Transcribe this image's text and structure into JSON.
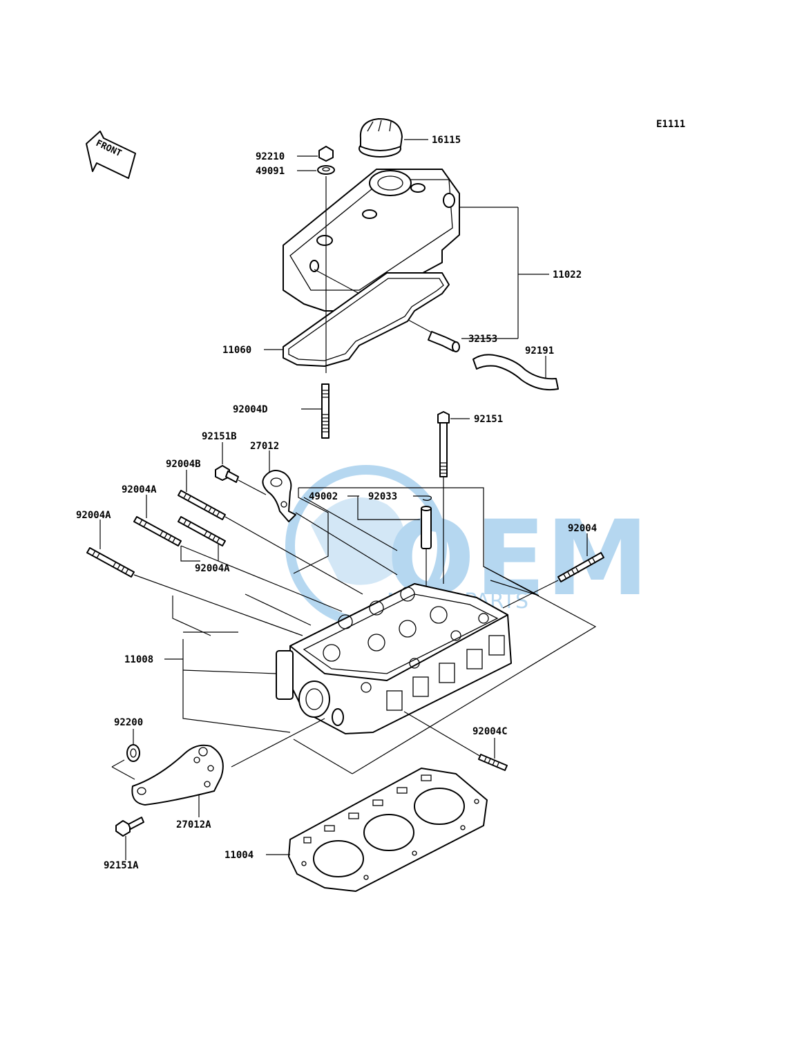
{
  "diagram_code": "E1111",
  "front_label": "FRONT",
  "watermark": {
    "line1": "OEM",
    "line2": "MOTORPARTS",
    "color": "#2f8fd6"
  },
  "parts": {
    "p16115": "16115",
    "p92210": "92210",
    "p49091": "49091",
    "p11022": "11022",
    "p32153": "32153",
    "p92191": "92191",
    "p11060": "11060",
    "p92004D": "92004D",
    "p92151": "92151",
    "p92151B": "92151B",
    "p27012": "27012",
    "p92004B": "92004B",
    "p92004A_a": "92004A",
    "p92004A_b": "92004A",
    "p92004A_c": "92004A",
    "p49002": "49002",
    "p92033": "92033",
    "p92004": "92004",
    "p11008": "11008",
    "p92200": "92200",
    "p92004C": "92004C",
    "p27012A": "27012A",
    "p92151A": "92151A",
    "p11004": "11004"
  }
}
